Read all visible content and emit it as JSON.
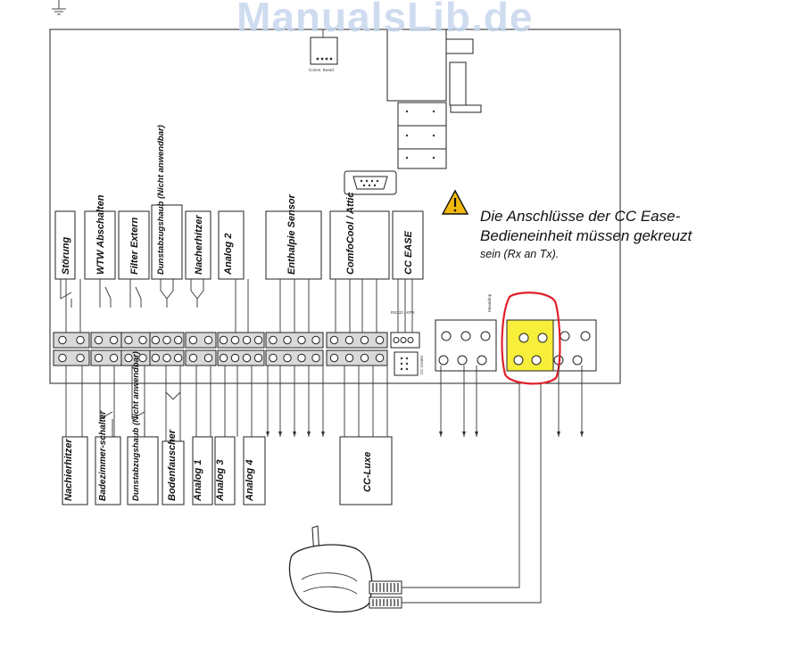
{
  "watermark": "ManualsLib.de",
  "note": {
    "line1": "Die Anschlüsse der CC Ease-",
    "line2": "Bedieneinheit müssen gekreuzt",
    "line3": "sein (Rx an Tx)."
  },
  "colors": {
    "highlight": "#f7ef3a",
    "highlight_circle": "#e0202a",
    "warning": "#f2b90c",
    "watermark": "#c7d6ee"
  },
  "top_labels": [
    "Störung",
    "WTW Abschalten",
    "Filter Extern",
    "Dunstabzugshaub (Nicht anwendbar)",
    "Nacherhitzer",
    "Analog 2",
    "Enthalpie Sensor",
    "ComfoCool / Attic",
    "CC EASE"
  ],
  "bottom_labels": [
    "Nachierhitzer",
    "Badezimmer-schalter",
    "Dunstabzugshaub (Nicht anwendbar)",
    "Bodenfauscher",
    "Analog 1",
    "Analog 3",
    "Analog 4",
    "CC-Luxe"
  ],
  "small_labels": {
    "comm_board": "Comm. Board",
    "rs232": "RS232 / KPS",
    "cc_comm": "CC Comm",
    "meandrop": "Meandrop"
  }
}
